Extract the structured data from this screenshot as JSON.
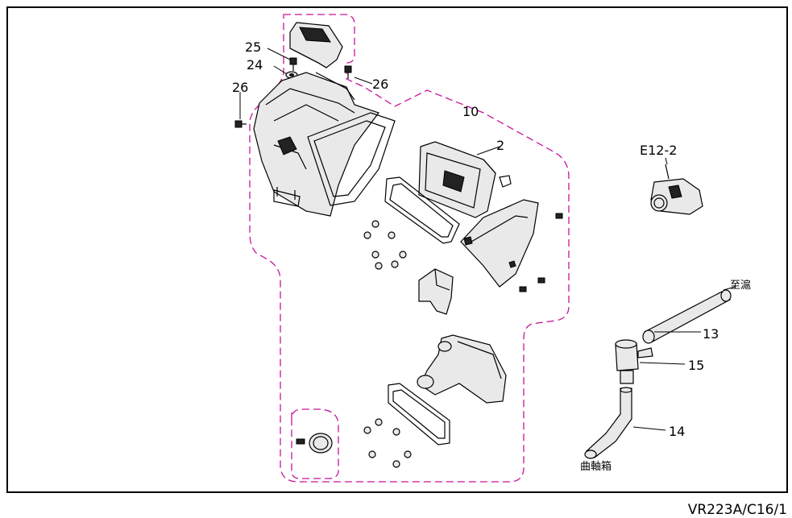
{
  "diagram": {
    "labels": {
      "p25": "25",
      "p24": "24",
      "p26a": "26",
      "p26b": "26",
      "p10": "10",
      "p2": "2",
      "e12": "E12-2",
      "air_inlet": "至滬",
      "p13": "13",
      "p15": "15",
      "p14": "14",
      "crankcase": "曲軸箱"
    },
    "footer_code": "VR223A/C16/1",
    "colors": {
      "outline": "#c8149a",
      "line": "#000000"
    }
  }
}
